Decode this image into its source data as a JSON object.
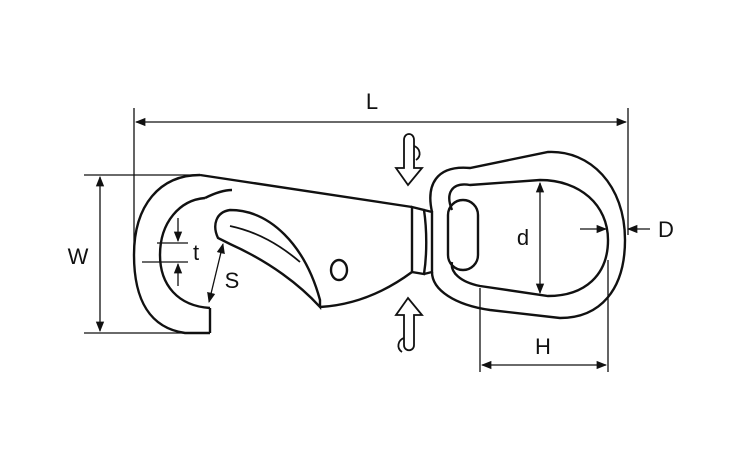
{
  "diagram": {
    "labels": {
      "length": "L",
      "width": "W",
      "thickness": "t",
      "gate_opening": "S",
      "eye_inner_diameter": "d",
      "eye_wire_diameter": "D",
      "eye_height": "H"
    },
    "stroke_color": "#111111",
    "background": "#ffffff",
    "rotation_arrows": [
      "swivel-up-arrow-icon",
      "swivel-down-arrow-icon"
    ]
  }
}
